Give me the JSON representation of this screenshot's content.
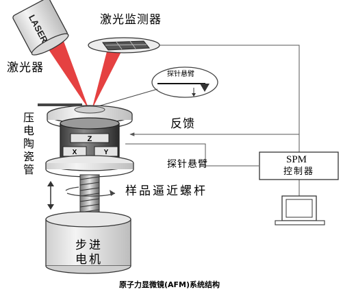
{
  "labels": {
    "laser_head": "LASER",
    "laser": "激光器",
    "detector": "激光监测器",
    "cantilever_inset": "探针悬臂",
    "piezo": "压电陶瓷管",
    "feedback": "反馈",
    "cantilever": "探针悬臂",
    "z": "Z",
    "x": "X",
    "y": "Y",
    "spm": "SPM",
    "spm_controller": "控制器",
    "approach_screw": "样品逼近螺杆",
    "stepper_motor_line1": "步进",
    "stepper_motor_line2": "电机",
    "caption": "原子力显微镜(AFM)系统结构"
  }
}
